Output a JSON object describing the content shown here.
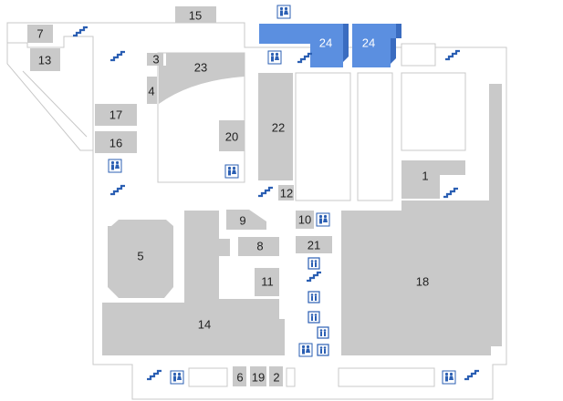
{
  "map": {
    "colors": {
      "room": "#c9c9c9",
      "wall": "#c8c8c8",
      "highlight": "#5b8fe0",
      "highlight_dark": "#3a6cc0",
      "icon": "#2b5fb3",
      "label": "#222222"
    },
    "units": [
      {
        "id": "15",
        "label": "15",
        "highlighted": false
      },
      {
        "id": "7",
        "label": "7",
        "highlighted": false
      },
      {
        "id": "13",
        "label": "13",
        "highlighted": false
      },
      {
        "id": "3",
        "label": "3",
        "highlighted": false
      },
      {
        "id": "23",
        "label": "23",
        "highlighted": false
      },
      {
        "id": "4",
        "label": "4",
        "highlighted": false
      },
      {
        "id": "17",
        "label": "17",
        "highlighted": false
      },
      {
        "id": "16",
        "label": "16",
        "highlighted": false
      },
      {
        "id": "20",
        "label": "20",
        "highlighted": false
      },
      {
        "id": "22",
        "label": "22",
        "highlighted": false
      },
      {
        "id": "24a",
        "label": "24",
        "highlighted": true
      },
      {
        "id": "24b",
        "label": "24",
        "highlighted": true
      },
      {
        "id": "1",
        "label": "1",
        "highlighted": false
      },
      {
        "id": "12",
        "label": "12",
        "highlighted": false
      },
      {
        "id": "9",
        "label": "9",
        "highlighted": false
      },
      {
        "id": "10",
        "label": "10",
        "highlighted": false
      },
      {
        "id": "5",
        "label": "5",
        "highlighted": false
      },
      {
        "id": "8",
        "label": "8",
        "highlighted": false
      },
      {
        "id": "21",
        "label": "21",
        "highlighted": false
      },
      {
        "id": "11",
        "label": "11",
        "highlighted": false
      },
      {
        "id": "18",
        "label": "18",
        "highlighted": false
      },
      {
        "id": "14",
        "label": "14",
        "highlighted": false
      },
      {
        "id": "6",
        "label": "6",
        "highlighted": false
      },
      {
        "id": "19",
        "label": "19",
        "highlighted": false
      },
      {
        "id": "2",
        "label": "2",
        "highlighted": false
      }
    ],
    "icons": {
      "restroom": "restroom-icon",
      "escalator": "escalator-icon",
      "elevator": "elevator-icon"
    }
  }
}
